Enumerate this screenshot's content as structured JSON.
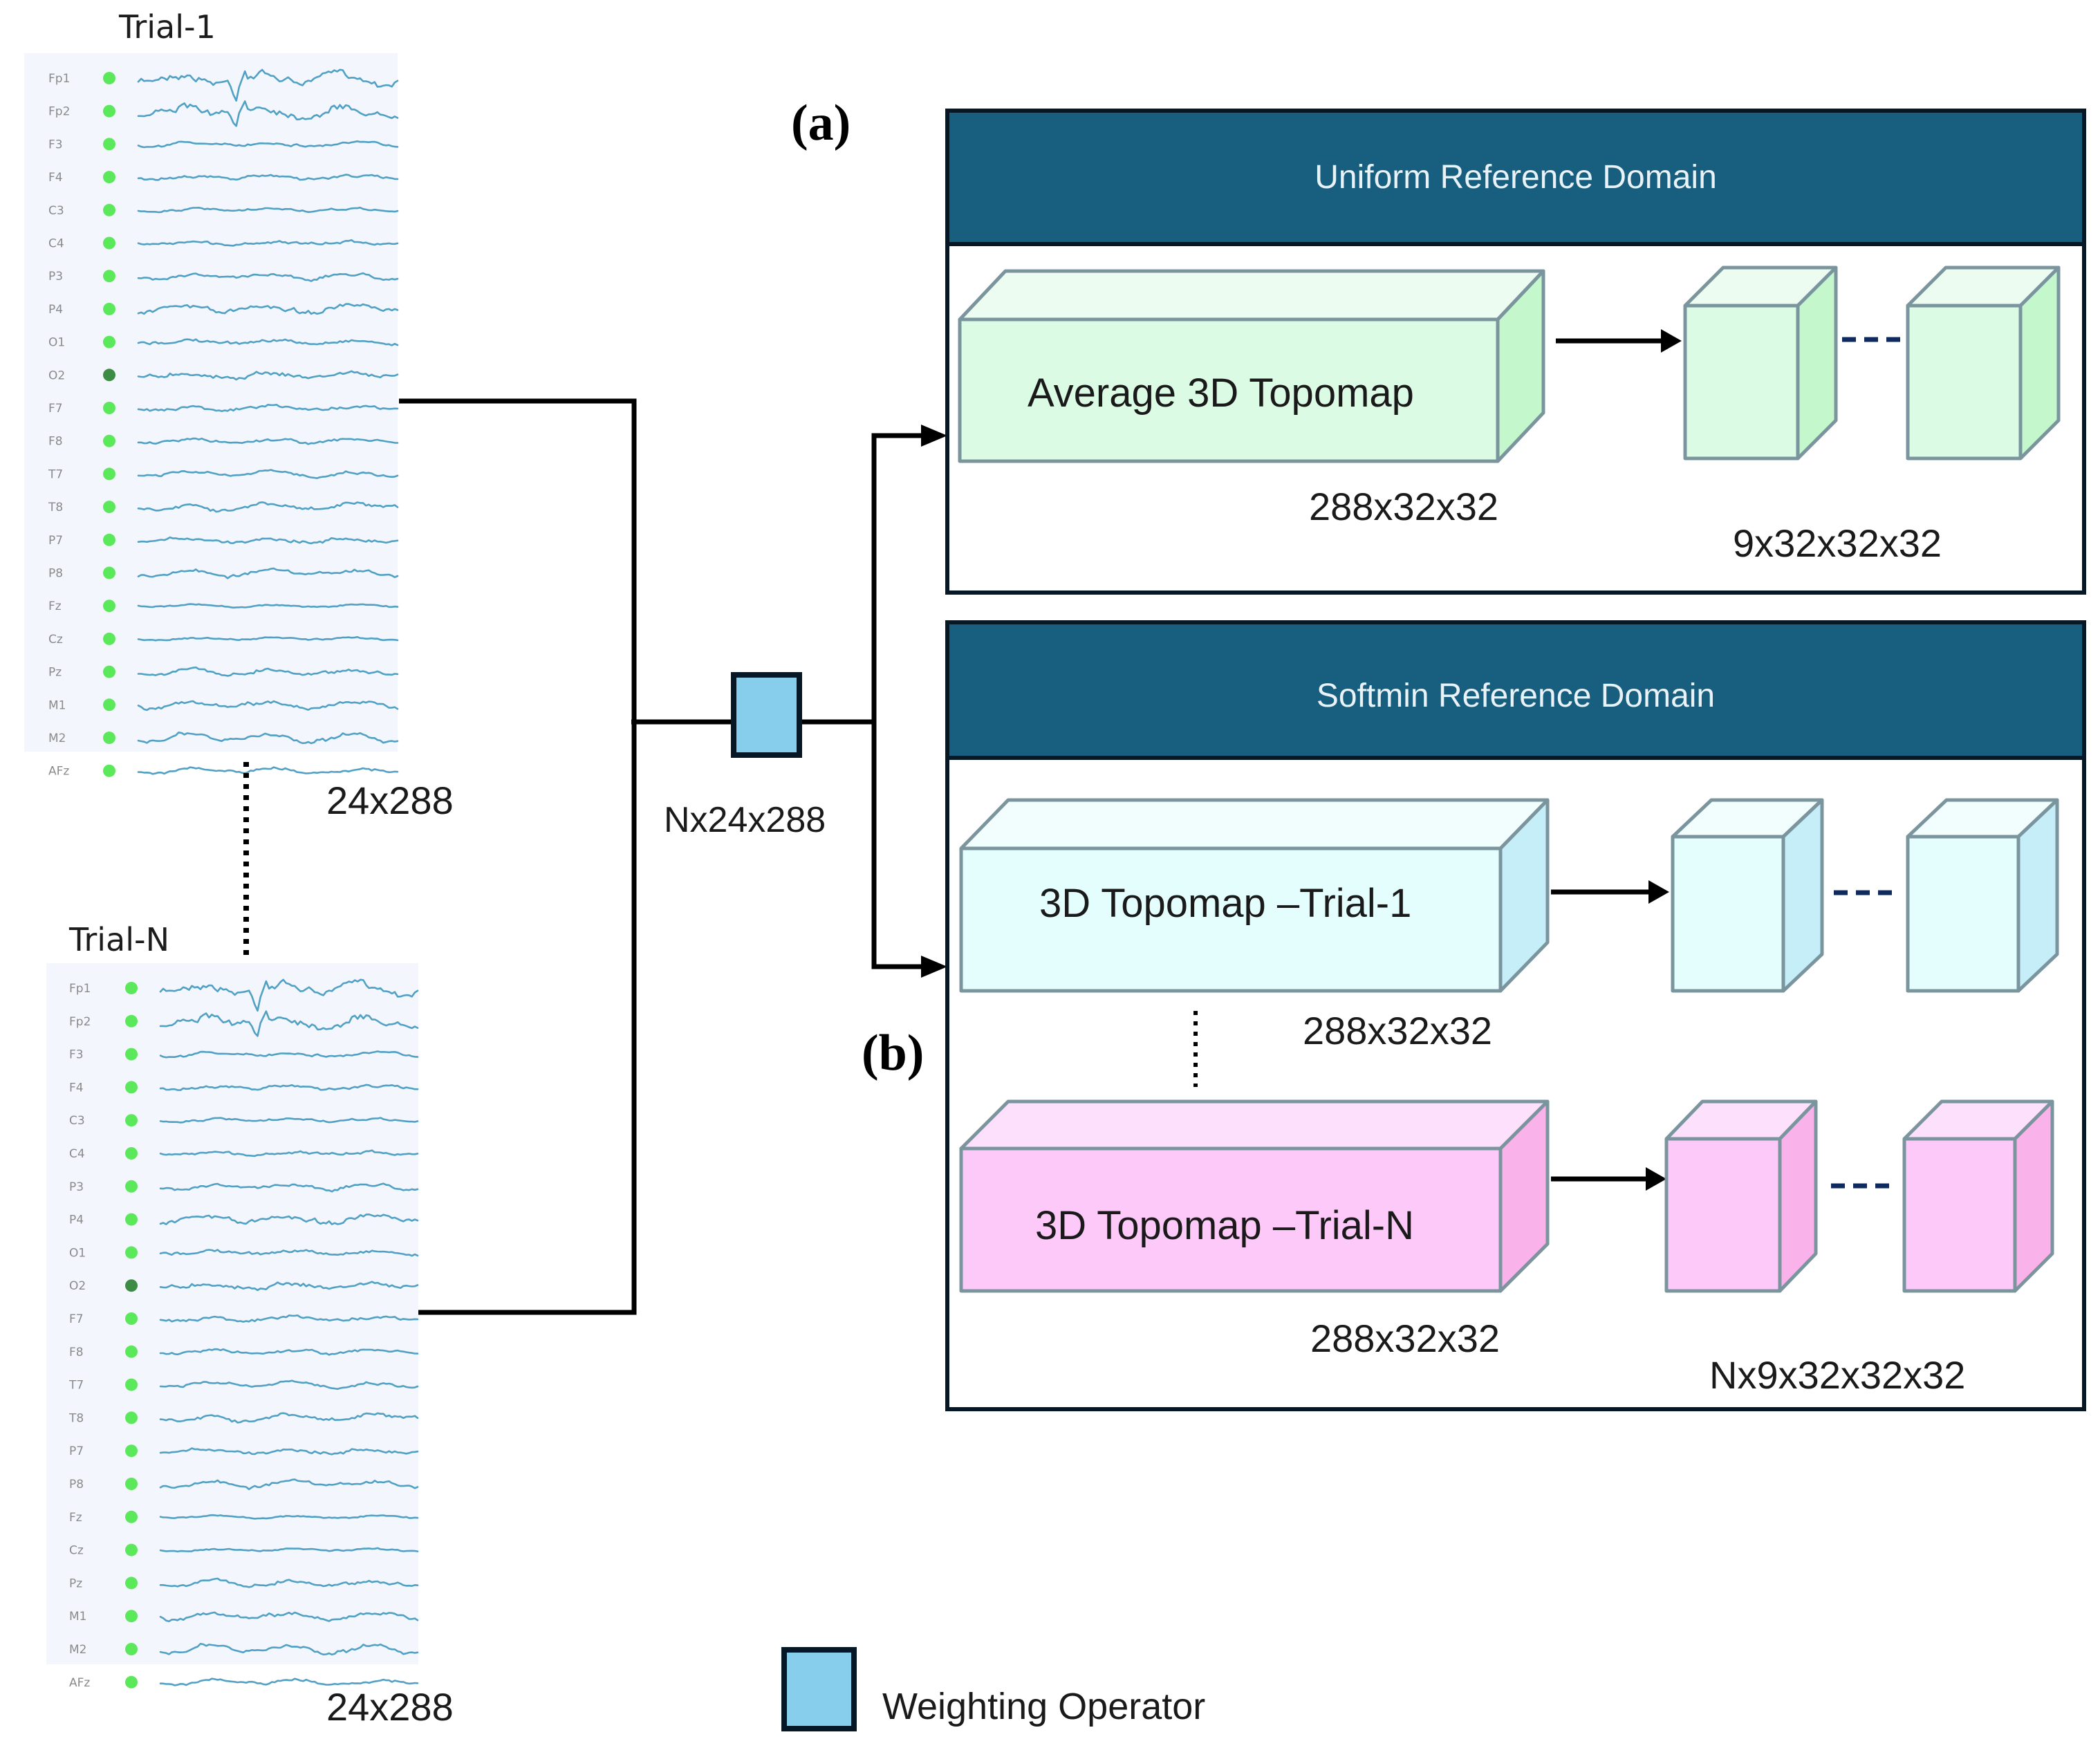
{
  "figure": {
    "panel_tags": {
      "a": "(a)",
      "b": "(b)"
    },
    "trials": [
      {
        "title": "Trial-1",
        "shape": "24x288"
      },
      {
        "title": "Trial-N",
        "shape": "24x288"
      }
    ],
    "channels": [
      "Fp1",
      "Fp2",
      "F3",
      "F4",
      "C3",
      "C4",
      "P3",
      "P4",
      "O1",
      "O2",
      "F7",
      "F8",
      "T7",
      "T8",
      "P7",
      "P8",
      "Fz",
      "Cz",
      "Pz",
      "M1",
      "M2",
      "AFz"
    ],
    "channel_status": [
      "good",
      "good",
      "good",
      "good",
      "good",
      "good",
      "good",
      "good",
      "good",
      "dark",
      "good",
      "good",
      "good",
      "good",
      "good",
      "good",
      "good",
      "good",
      "good",
      "good",
      "good",
      "good"
    ],
    "status_colors": {
      "good": "#5be85b",
      "dark": "#3c8c46"
    },
    "trace_color": "#3f97bf",
    "combined_shape": "Nx24x288",
    "weighting_operator_color": "#87cdec",
    "legend": {
      "label": "Weighting Operator"
    },
    "uniform_domain": {
      "title": "Uniform Reference Domain",
      "main_box": {
        "label": "Average 3D Topomap",
        "shape": "288x32x32"
      },
      "output_shape": "9x32x32x32",
      "colors": {
        "front": "#dcfbe4",
        "top": "#ecfcf1",
        "side": "#c4f7cc"
      }
    },
    "softmin_domain": {
      "title": "Softmin Reference Domain",
      "trial_first": {
        "label": "3D Topomap –Trial-1",
        "shape": "288x32x32",
        "colors": {
          "front": "#e4fdfd",
          "top": "#f2fefe",
          "side": "#c5eef9"
        }
      },
      "trial_last": {
        "label": "3D Topomap –Trial-N",
        "shape": "288x32x32",
        "colors": {
          "front": "#fdc9f8",
          "top": "#fde0fb",
          "side": "#f9b2ea"
        }
      },
      "output_shape": "Nx9x32x32x32"
    },
    "header_color": "#185f7f"
  }
}
